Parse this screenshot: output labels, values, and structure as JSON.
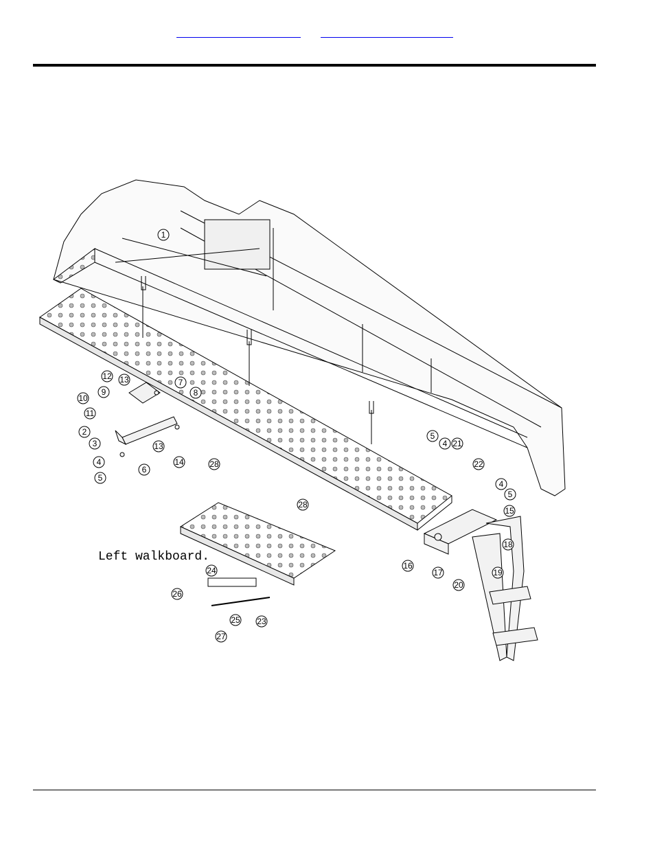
{
  "nav_links": [
    {
      "text": ""
    },
    {
      "text": ""
    }
  ],
  "figure": {
    "caption": "Left walkboard.",
    "callouts": [
      "1",
      "2",
      "3",
      "4",
      "5",
      "6",
      "7",
      "8",
      "9",
      "10",
      "11",
      "12",
      "13",
      "14",
      "15",
      "16",
      "17",
      "18",
      "19",
      "20",
      "21",
      "22",
      "23",
      "24",
      "25",
      "26",
      "27",
      "28"
    ]
  }
}
